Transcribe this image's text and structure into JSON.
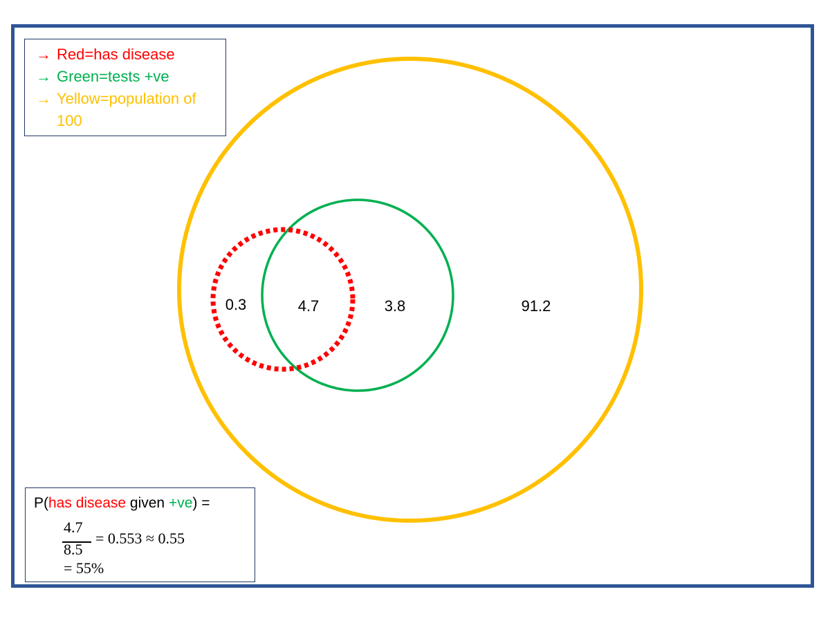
{
  "legend": {
    "items": [
      {
        "arrow": "→",
        "text": "Red=has disease",
        "color": "#ff0000"
      },
      {
        "arrow": "→",
        "text": "Green=tests +ve",
        "color": "#00b050"
      },
      {
        "arrow": "→",
        "text": "Yellow=population of 100",
        "color": "#ffc000"
      }
    ]
  },
  "regions": {
    "disease_only": "0.3",
    "disease_and_positive": "4.7",
    "positive_only": "3.8",
    "neither": "91.2"
  },
  "circles": {
    "population_color": "#ffc000",
    "positive_color": "#00b050",
    "disease_color": "#ff0000"
  },
  "formula": {
    "prefix": "P(",
    "disease_text": "has disease",
    "given_text": " given ",
    "positive_text": "+ve",
    "suffix": ") =",
    "numerator": "4.7",
    "denominator": "8.5",
    "result1": "= 0.553 ≈ 0.55",
    "result2": "= 55%",
    "disease_color": "#ff0000",
    "positive_color": "#00b050"
  },
  "frame_color": "#2f5597"
}
